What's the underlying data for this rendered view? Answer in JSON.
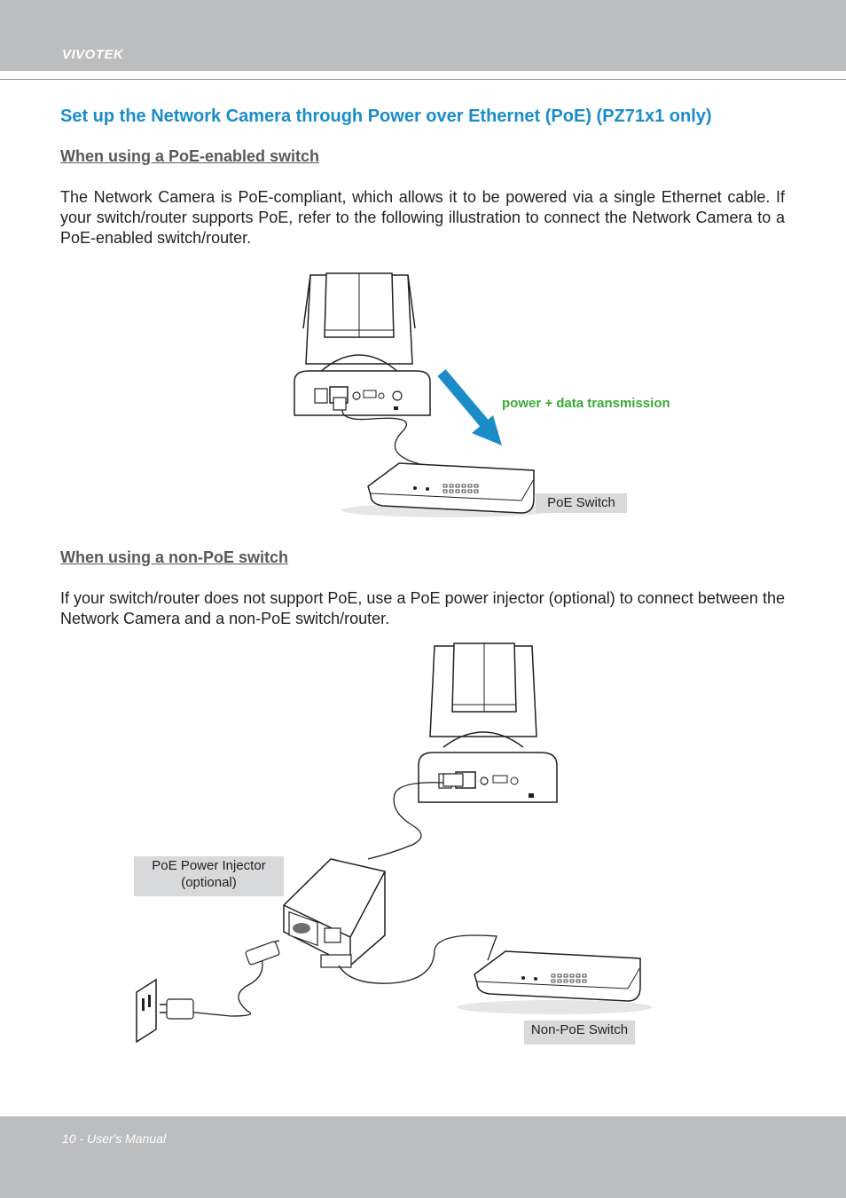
{
  "header": {
    "brand": "VIVOTEK"
  },
  "section": {
    "title": "Set up the Network Camera through Power over Ethernet (PoE) (PZ71x1 only)"
  },
  "poe_switch": {
    "heading": "When using a PoE-enabled switch",
    "body": "The Network Camera is PoE-compliant, which allows it to be powered via a single Ethernet cable. If your switch/router supports PoE, refer to the following illustration to connect the Network Camera to a PoE-enabled switch/router.",
    "arrow_label": "power + data transmission",
    "switch_label": "PoE Switch",
    "arrow_color": "#1a8dc9",
    "arrow_label_color": "#3aaa35"
  },
  "non_poe_switch": {
    "heading": "When using a non-PoE switch",
    "body": "If your switch/router does not support PoE, use a PoE power injector (optional) to connect between the Network Camera and a non-PoE switch/router.",
    "injector_label_line1": "PoE Power Injector",
    "injector_label_line2": "(optional)",
    "switch_label": "Non-PoE Switch"
  },
  "footer": {
    "page_label": "10 - User's Manual"
  },
  "colors": {
    "band": "#bcbdbf",
    "title": "#1a8dc9",
    "label_box": "#d8d9da"
  }
}
